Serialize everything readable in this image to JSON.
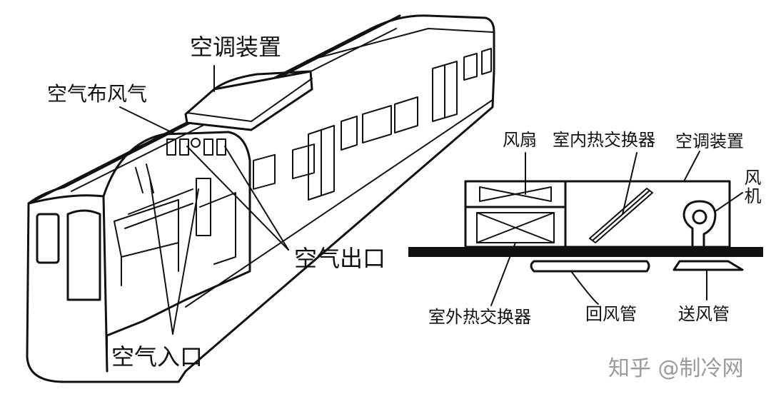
{
  "train_labels": {
    "ac_unit": "空调装置",
    "air_distribution": "空气布风气",
    "air_outlet": "空气出口",
    "air_inlet": "空气入口"
  },
  "unit_labels": {
    "fan": "风扇",
    "indoor_heat_exchanger": "室内热交换器",
    "ac_unit": "空调装置",
    "blower": "风机",
    "outdoor_heat_exchanger": "室外热交换器",
    "return_duct": "回风管",
    "supply_duct": "送风管"
  },
  "watermark": "知乎 @制冷网"
}
